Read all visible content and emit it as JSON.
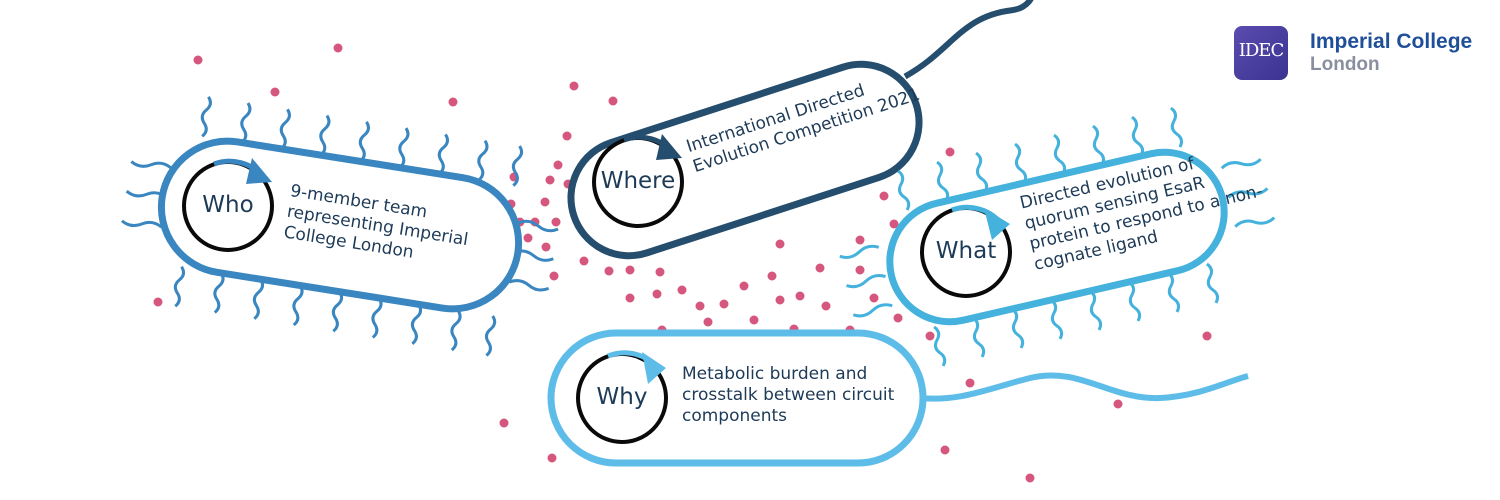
{
  "logo": {
    "badge_text": "IDEC",
    "line1": "Imperial College",
    "line2": "London"
  },
  "cells": {
    "who": {
      "title": "Who",
      "lines": [
        "9-member team",
        "representing Imperial",
        "College London"
      ]
    },
    "where": {
      "title": "Where",
      "lines": [
        "International Directed",
        "Evolution Competition 2021"
      ]
    },
    "what": {
      "title": "What",
      "lines": [
        "Directed evolution of",
        "quorum sensing EsaR",
        "protein to respond to a non-",
        "cognate ligand"
      ]
    },
    "why": {
      "title": "Why",
      "lines": [
        "Metabolic burden and",
        "crosstalk between circuit",
        "components"
      ]
    }
  },
  "colors": {
    "who": "#3a86c0",
    "where": "#254d6e",
    "what": "#44b2dc",
    "why": "#5ebde8",
    "dots": "#d6577e",
    "text": "#1d3a57"
  }
}
